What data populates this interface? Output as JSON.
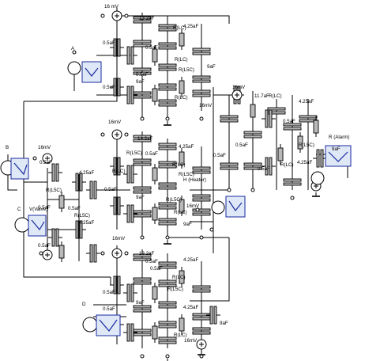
{
  "diagram": {
    "sources": [
      "16 mV",
      "16mV",
      "16mV",
      "16mV",
      "16mV",
      "16mV",
      "16mV",
      "16mV"
    ],
    "capacitors": [
      "0.5aF",
      "0.5aF",
      "0.5aF",
      "0.5aF",
      "0.5aF",
      "0.5aF",
      "0.5aF",
      "0.5aF",
      "0.5aF",
      "0.5aF",
      "0.5aF",
      "0.5aF",
      "0.5aF",
      "0.5aF",
      "0.5aF",
      "0.5aF",
      "0.5aF",
      "0.5aF",
      "13.2aF",
      "13.2aF",
      "13.2aF",
      "11.7aF",
      "4.25aF",
      "4.25aF",
      "4.25aF",
      "4.25aF",
      "4.25aF",
      "4.25aF",
      "4.25aF",
      "4.25aF",
      "9aF",
      "9aF",
      "9aF",
      "9aF",
      "9aF",
      "9aF",
      "9aF"
    ],
    "resistors": [
      "R(LC)",
      "R(LC)",
      "R(LC)",
      "R(LC)",
      "R(LC)",
      "R(LC)",
      "R(LC)",
      "R(LC)",
      "R(LC)",
      "R(LC)",
      "R(L5C)",
      "R(L5C)",
      "R(L5C)",
      "R(L5C)",
      "R(L5C)",
      "R(L5C)",
      "R(L5C)",
      "R(L5C)"
    ],
    "blocks": [
      {
        "id": "A",
        "label": "A"
      },
      {
        "id": "B",
        "label": "B"
      },
      {
        "id": "C",
        "label": "C",
        "sub": "V(Valve)"
      },
      {
        "id": "D",
        "label": "D"
      },
      {
        "id": "H",
        "label": "H (Heater)"
      },
      {
        "id": "R",
        "label": "R (Alarm)"
      }
    ]
  }
}
